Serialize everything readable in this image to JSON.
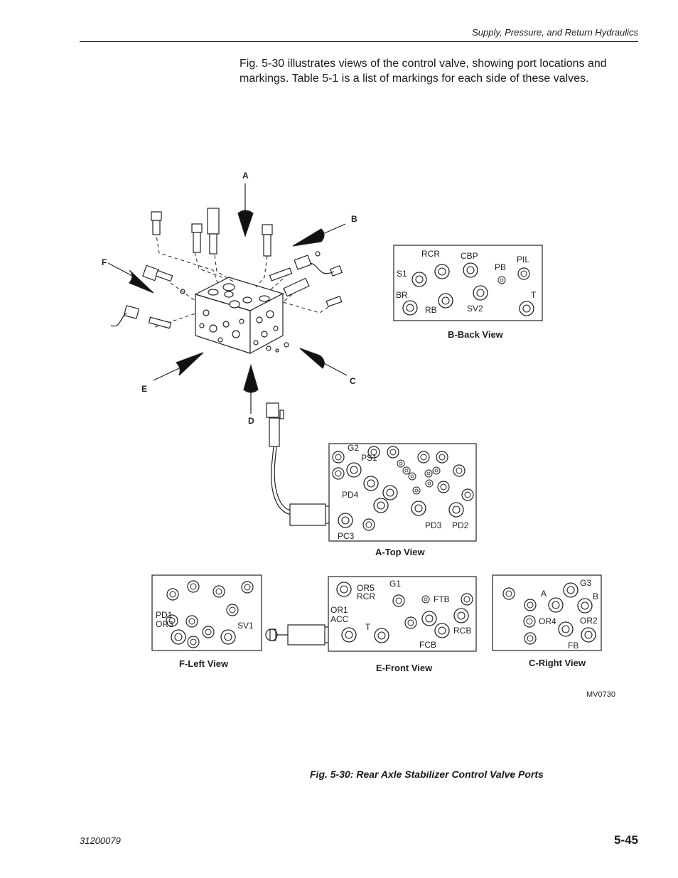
{
  "header": {
    "title": "Supply, Pressure, and Return Hydraulics"
  },
  "intro": "Fig. 5-30 illustrates views of the control valve, showing port locations and markings. Table 5-1 is a list of markings for each side of these valves.",
  "figure": {
    "arrows": {
      "a": "A",
      "b": "B",
      "c": "C",
      "d": "D",
      "e": "E",
      "f": "F"
    },
    "back_view": {
      "title": "B-Back View",
      "ports": {
        "rcr": "RCR",
        "cbp": "CBP",
        "pil": "PIL",
        "s1": "S1",
        "pb": "PB",
        "br": "BR",
        "rb": "RB",
        "sv2": "SV2",
        "t": "T"
      }
    },
    "top_view": {
      "title": "A-Top View",
      "ports": {
        "g2": "G2",
        "ps1": "PS1",
        "pd4": "PD4",
        "pd3": "PD3",
        "pd2": "PD2",
        "pc3": "PC3"
      }
    },
    "left_view": {
      "title": "F-Left View",
      "ports": {
        "pd1": "PD1",
        "or3": "OR3",
        "sv1": "SV1"
      }
    },
    "front_view": {
      "title": "E-Front View",
      "ports": {
        "or5": "OR5",
        "rcr": "RCR",
        "g1": "G1",
        "ftb": "FTB",
        "or1": "OR1",
        "acc": "ACC",
        "t": "T",
        "rcb": "RCB",
        "fcb": "FCB"
      }
    },
    "right_view": {
      "title": "C-Right View",
      "ports": {
        "g3": "G3",
        "a": "A",
        "b": "B",
        "or4": "OR4",
        "or2": "OR2",
        "fb": "FB"
      }
    },
    "code": "MV0730"
  },
  "caption": "Fig. 5-30: Rear Axle Stabilizer Control Valve Ports",
  "footer": {
    "doc_number": "31200079",
    "page_number": "5-45"
  }
}
